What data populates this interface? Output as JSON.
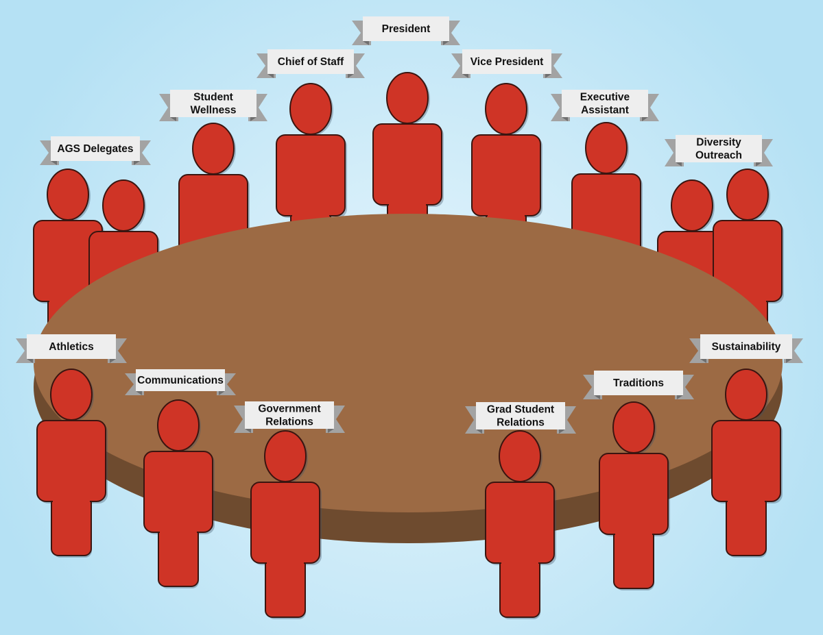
{
  "colors": {
    "background": "#b5e1f4",
    "background_center": "#e6f5fc",
    "person": "#cf3426",
    "person_outline": "#3a1510",
    "table_top": "#9c6a44",
    "table_edge": "#6e4b2f",
    "banner": "#eeeeee",
    "ribbon": "#a3a3a3"
  },
  "figures": [
    {
      "name": "president",
      "lines": [
        "President"
      ],
      "row": "back"
    },
    {
      "name": "chief-of-staff",
      "lines": [
        "Chief of Staff"
      ],
      "row": "back"
    },
    {
      "name": "vice-president",
      "lines": [
        "Vice President"
      ],
      "row": "back"
    },
    {
      "name": "student-wellness",
      "lines": [
        "Student",
        "Wellness"
      ],
      "row": "back"
    },
    {
      "name": "executive-assistant",
      "lines": [
        "Executive",
        "Assistant"
      ],
      "row": "back"
    },
    {
      "name": "ags-delegates",
      "lines": [
        "AGS Delegates"
      ],
      "row": "back",
      "people": 2
    },
    {
      "name": "diversity-outreach",
      "lines": [
        "Diversity",
        "Outreach"
      ],
      "row": "back",
      "people": 2
    },
    {
      "name": "athletics",
      "lines": [
        "Athletics"
      ],
      "row": "front"
    },
    {
      "name": "communications",
      "lines": [
        "Communications"
      ],
      "row": "front"
    },
    {
      "name": "government-relations",
      "lines": [
        "Government",
        "Relations"
      ],
      "row": "front"
    },
    {
      "name": "grad-student-relations",
      "lines": [
        "Grad Student",
        "Relations"
      ],
      "row": "front"
    },
    {
      "name": "traditions",
      "lines": [
        "Traditions"
      ],
      "row": "front"
    },
    {
      "name": "sustainability",
      "lines": [
        "Sustainability"
      ],
      "row": "front"
    }
  ]
}
